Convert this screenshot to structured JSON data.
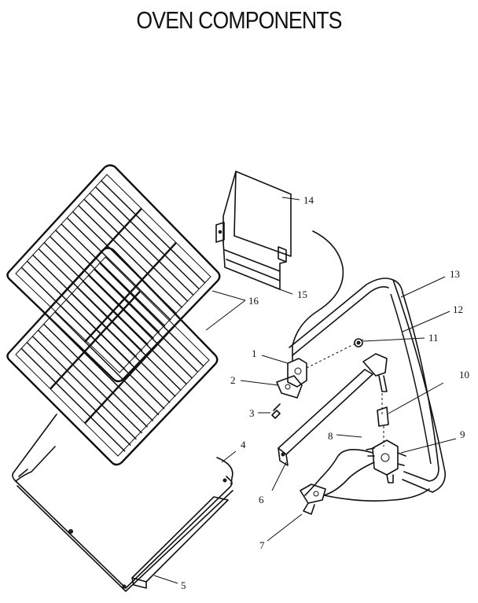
{
  "title": "OVEN COMPONENTS",
  "callouts": [
    {
      "id": "1",
      "label": "1"
    },
    {
      "id": "2",
      "label": "2"
    },
    {
      "id": "3",
      "label": "3"
    },
    {
      "id": "4",
      "label": "4"
    },
    {
      "id": "5",
      "label": "5"
    },
    {
      "id": "6",
      "label": "6"
    },
    {
      "id": "7",
      "label": "7"
    },
    {
      "id": "8",
      "label": "8"
    },
    {
      "id": "9",
      "label": "9"
    },
    {
      "id": "10",
      "label": "10"
    },
    {
      "id": "11",
      "label": "11"
    },
    {
      "id": "12",
      "label": "12"
    },
    {
      "id": "13",
      "label": "13"
    },
    {
      "id": "14",
      "label": "14"
    },
    {
      "id": "15",
      "label": "15"
    },
    {
      "id": "16",
      "label": "16"
    }
  ]
}
